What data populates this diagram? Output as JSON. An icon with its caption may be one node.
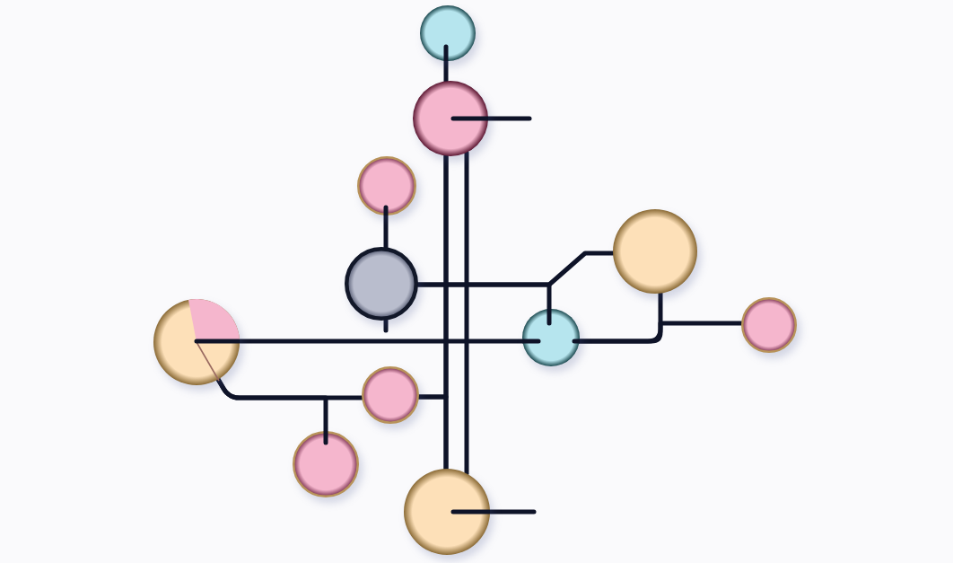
{
  "diagram": {
    "nodes": [
      {
        "text": [],
        "shape": "circle"
      },
      {
        "text": [],
        "shape": "circle"
      },
      {
        "text": [],
        "shape": "circle"
      },
      {
        "text": [],
        "shape": "circle"
      },
      {
        "text": [],
        "shape": "circle"
      },
      {
        "text": [],
        "shape": "circle"
      },
      {
        "text": [],
        "shape": "circle"
      },
      {
        "text": [],
        "shape": "circle"
      },
      {
        "text": [],
        "shape": "circle"
      },
      {
        "text": [],
        "shape": "circle"
      },
      {
        "text": [],
        "shape": "circle"
      }
    ],
    "edges": [
      {
        "from": 0,
        "to": 1,
        "arrow": "none"
      },
      {
        "from": 1,
        "to": null,
        "arrow": "none"
      },
      {
        "from": 1,
        "to": 10,
        "arrow": "none"
      },
      {
        "from": 1,
        "to": 10,
        "arrow": "none"
      },
      {
        "from": 2,
        "to": 4,
        "arrow": "none"
      },
      {
        "from": 4,
        "to": null,
        "arrow": "none"
      },
      {
        "from": 4,
        "to": 3,
        "arrow": "none"
      },
      {
        "from": 4,
        "to": 7,
        "arrow": "none"
      },
      {
        "from": 6,
        "to": 7,
        "arrow": "none"
      },
      {
        "from": 7,
        "to": 3,
        "arrow": "none"
      },
      {
        "from": 7,
        "to": 5,
        "arrow": "none"
      },
      {
        "from": 6,
        "to": 8,
        "arrow": "none"
      },
      {
        "from": 6,
        "to": 9,
        "arrow": "none"
      },
      {
        "from": 8,
        "to": 1,
        "arrow": "none"
      },
      {
        "from": 8,
        "to": 10,
        "arrow": "none"
      },
      {
        "from": 10,
        "to": null,
        "arrow": "none"
      }
    ]
  }
}
